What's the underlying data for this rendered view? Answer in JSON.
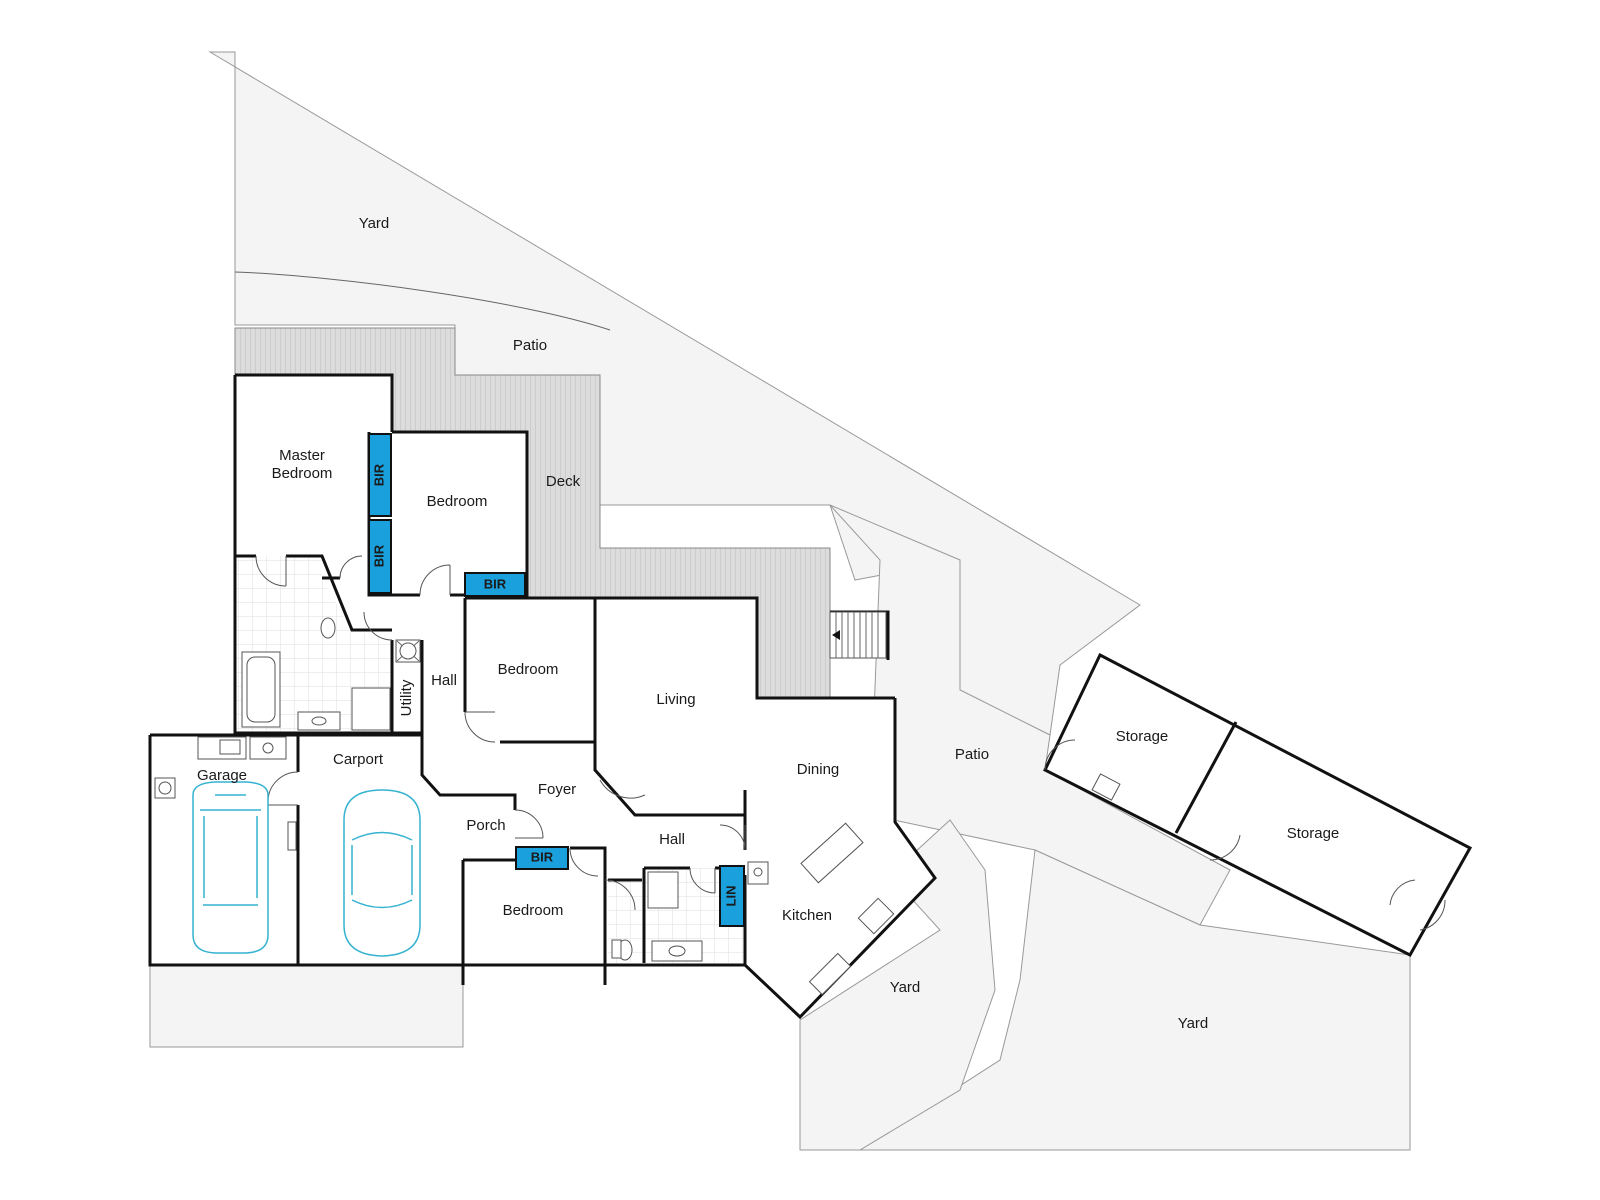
{
  "colors": {
    "exterior_fill": "#f4f4f4",
    "deck_fill": "#dcdcdc",
    "storage_highlight": "#1aa0dc",
    "wall": "#111111",
    "car_outline": "#35b3d0"
  },
  "labels": {
    "yard_top": "Yard",
    "patio_top": "Patio",
    "deck": "Deck",
    "master_bedroom_line1": "Master",
    "master_bedroom_line2": "Bedroom",
    "bedroom_upper": "Bedroom",
    "bedroom_middle": "Bedroom",
    "bedroom_lower": "Bedroom",
    "hall_upper": "Hall",
    "hall_lower": "Hall",
    "utility": "Utility",
    "living": "Living",
    "dining": "Dining",
    "kitchen": "Kitchen",
    "foyer": "Foyer",
    "porch": "Porch",
    "garage": "Garage",
    "carport": "Carport",
    "patio_right": "Patio",
    "storage_1": "Storage",
    "storage_2": "Storage",
    "yard_center": "Yard",
    "yard_right": "Yard"
  },
  "built_ins": {
    "bir_master_upper": "BIR",
    "bir_master_lower": "BIR",
    "bir_bedroom": "BIR",
    "bir_lower_bedroom": "BIR",
    "lin": "LIN"
  }
}
